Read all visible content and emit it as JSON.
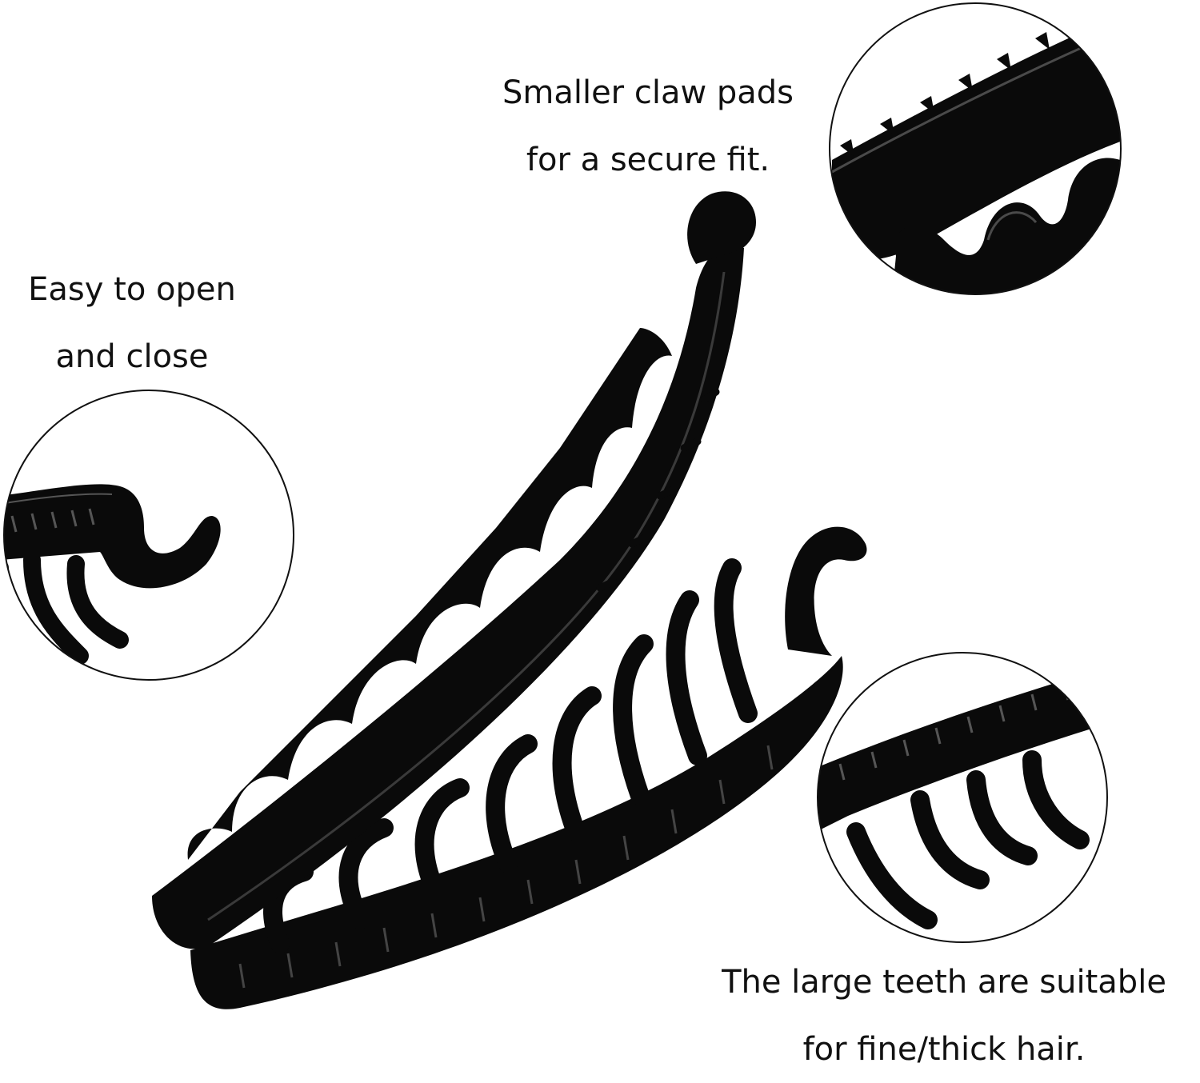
{
  "captions": {
    "claw_pads": {
      "line1": "Smaller claw pads",
      "line2": "for a secure fit."
    },
    "open_close": {
      "line1": "Easy to open",
      "line2": "and close"
    },
    "teeth": {
      "line1": "The large teeth are suitable",
      "line2": "for fine/thick hair."
    }
  },
  "colors": {
    "product": "#0a0a0a",
    "highlight": "#3a3a3a",
    "background": "#ffffff",
    "circle_outline": "#111111"
  }
}
